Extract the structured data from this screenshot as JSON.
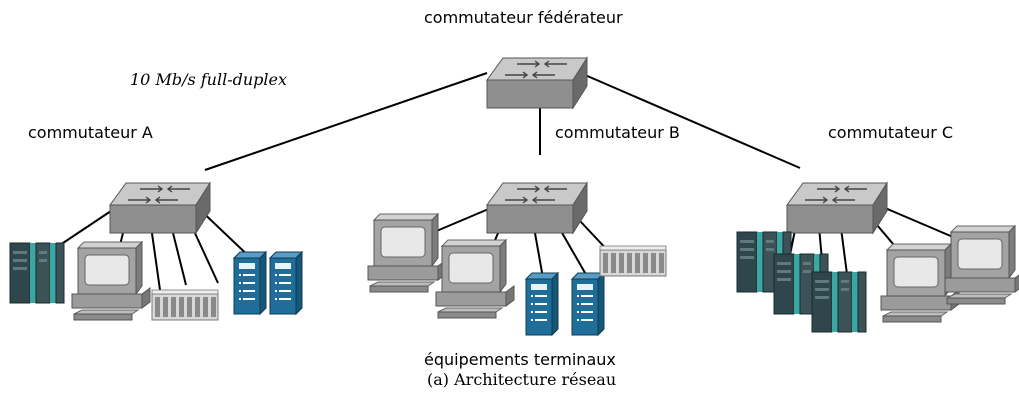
{
  "labels": {
    "federator": "commutateur fédérateur",
    "switch_a": "commutateur A",
    "switch_b": "commutateur B",
    "switch_c": "commutateur C",
    "link_speed": "10 Mb/s full-duplex",
    "terminals": "équipements terminaux",
    "caption": "(a) Architecture réseau"
  },
  "colors": {
    "switch_top": "#c8c8c8",
    "switch_front": "#8e8e8e",
    "switch_side": "#6b6b6b",
    "server_blue": "#1f6e9a",
    "plc_dark": "#2f4a4f",
    "plc_teal": "#3aa7a3",
    "monitor_gray": "#9a9a9a",
    "screen_light": "#e6e6e6"
  },
  "icons": [
    "switch-icon",
    "computer-icon",
    "server-icon",
    "plc-icon",
    "io-rack-icon"
  ]
}
